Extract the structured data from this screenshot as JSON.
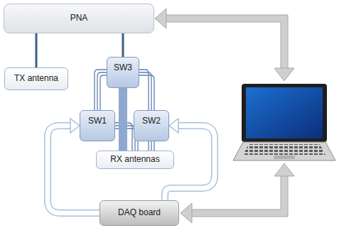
{
  "diagram": {
    "nodes": [
      {
        "text": [
          "PNA"
        ]
      },
      {
        "text": [
          "TX antenna"
        ]
      },
      {
        "text": [
          "SW3"
        ]
      },
      {
        "text": [
          "SW1"
        ]
      },
      {
        "text": [
          "SW2"
        ]
      },
      {
        "text": [
          "RX antennas"
        ]
      },
      {
        "text": [
          "DAQ board"
        ]
      }
    ],
    "edges": [
      {
        "from": 0,
        "to": 1,
        "arrow": "none"
      },
      {
        "from": 0,
        "to": 2,
        "arrow": "none"
      },
      {
        "from": 2,
        "to": 3,
        "arrow": "none"
      },
      {
        "from": 2,
        "to": 4,
        "arrow": "none"
      },
      {
        "from": 3,
        "to": 5,
        "arrow": "none"
      },
      {
        "from": 4,
        "to": 5,
        "arrow": "none"
      },
      {
        "from": 2,
        "to": 5,
        "arrow": "none"
      },
      {
        "from": 6,
        "to": 3,
        "arrow": "to"
      },
      {
        "from": 6,
        "to": 4,
        "arrow": "to"
      }
    ]
  }
}
